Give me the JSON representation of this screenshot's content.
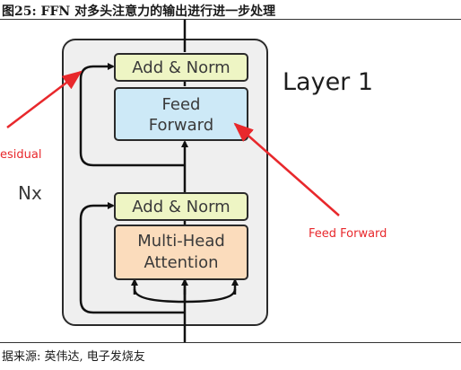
{
  "caption": "图25: FFN 对多头注意力的输出进行进一步处理",
  "source": "据来源: 英伟达, 电子发烧友",
  "diagram": {
    "layer_label": "Layer 1",
    "nx_label": "Nx",
    "add_norm_top": "Add & Norm",
    "feed_forward_line1": "Feed",
    "feed_forward_line2": "Forward",
    "add_norm_bottom": "Add & Norm",
    "mha_line1": "Multi-Head",
    "mha_line2": "Attention",
    "residual_annotation": "esidual",
    "feed_forward_annotation": "Feed Forward",
    "colors": {
      "add_norm_fill": "#eef5c4",
      "feed_forward_fill": "#cde9f7",
      "attention_fill": "#fbdcbc",
      "outer_fill": "#efefef",
      "annotation_red": "#e8282c"
    }
  }
}
